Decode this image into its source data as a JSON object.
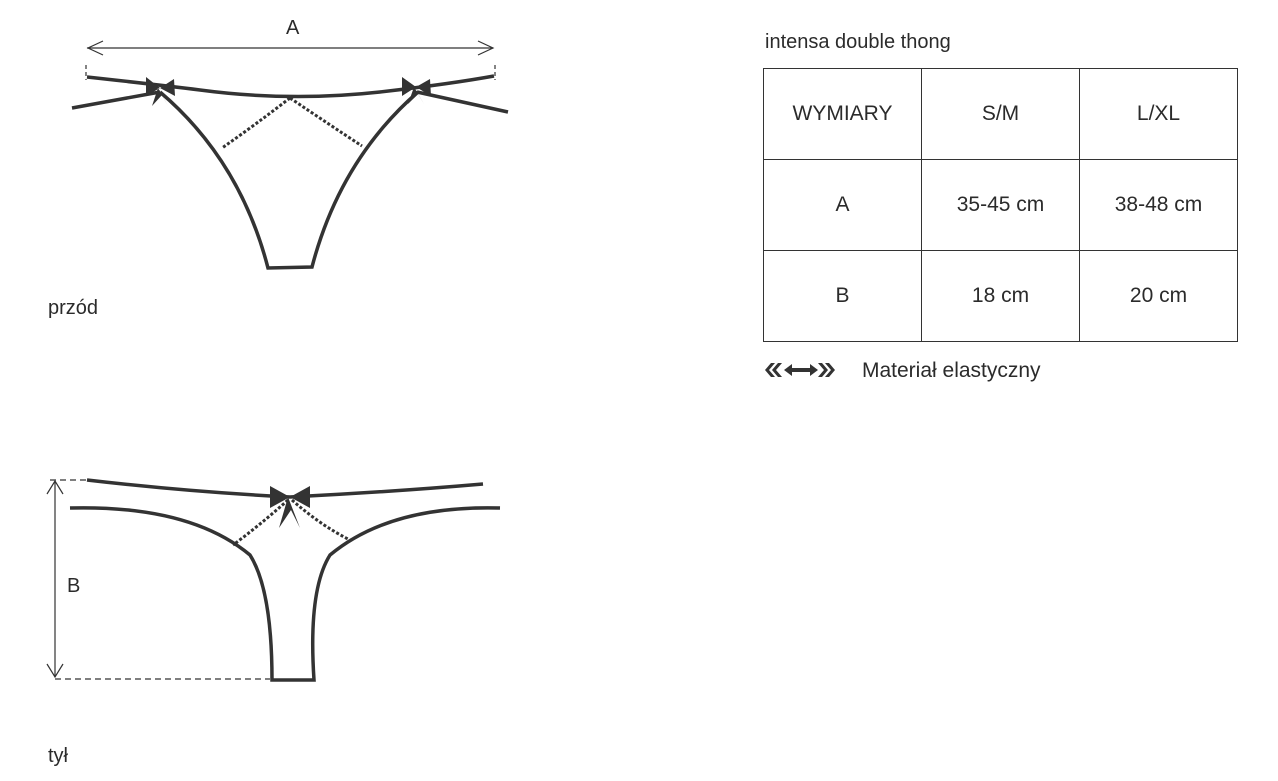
{
  "title": "intensa double thong",
  "front": {
    "label": "przód",
    "dimension": "A"
  },
  "back": {
    "label": "tył",
    "dimension": "B"
  },
  "table": {
    "headers": [
      "WYMIARY",
      "S/M",
      "L/XL"
    ],
    "rows": [
      [
        "A",
        "35-45 cm",
        "38-48 cm"
      ],
      [
        "B",
        "18 cm",
        "20 cm"
      ]
    ]
  },
  "legend": {
    "icon": "stretch-arrows-icon",
    "label": "Materiał elastyczny"
  }
}
